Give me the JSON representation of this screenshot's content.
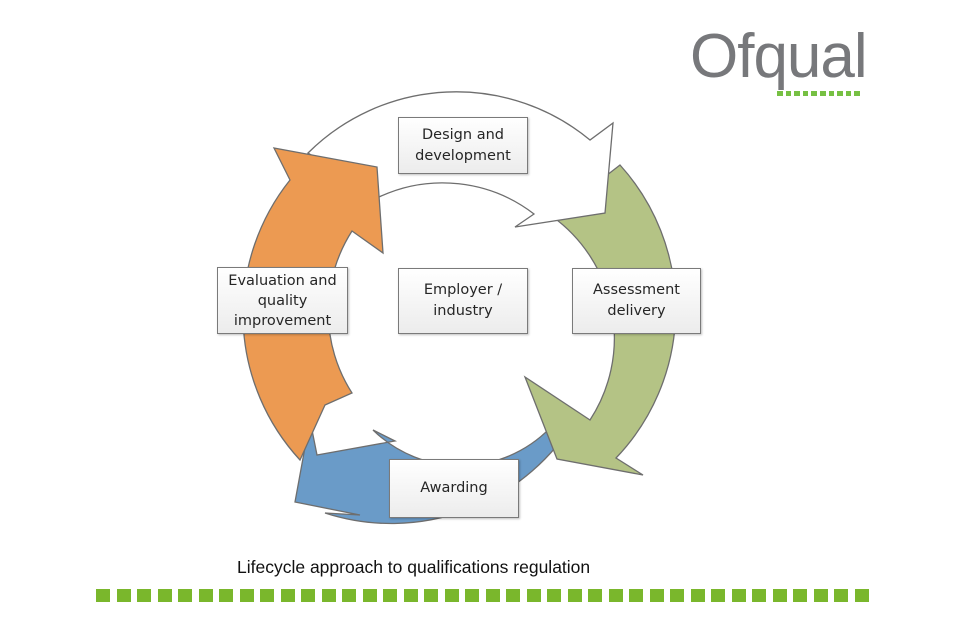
{
  "logo": {
    "text": "Ofqual",
    "text_color": "#77787b",
    "accent_color": "#76c043",
    "underline_squares": 10
  },
  "diagram": {
    "title": "Lifecycle approach to qualifications regulation",
    "center": {
      "label": "Employer / industry",
      "lines": [
        "Employer /",
        "industry"
      ]
    },
    "stages": [
      {
        "id": "design",
        "label": "Design and development",
        "lines": [
          "Design and",
          "development"
        ],
        "color": "#ffffff",
        "position": "top"
      },
      {
        "id": "assessment",
        "label": "Assessment delivery",
        "lines": [
          "Assessment",
          "delivery"
        ],
        "color": "#b4c385",
        "position": "right"
      },
      {
        "id": "awarding",
        "label": "Awarding",
        "lines": [
          "Awarding"
        ],
        "color": "#6a9bc8",
        "position": "bottom"
      },
      {
        "id": "evaluation",
        "label": "Evaluation and quality improvement",
        "lines": [
          "Evaluation and",
          "quality",
          "improvement"
        ],
        "color": "#ec9a52",
        "position": "left"
      }
    ],
    "flow": "clockwise"
  },
  "footer": {
    "caption": "Lifecycle approach to qualifications regulation",
    "bar_color": "#7ab72c",
    "bar_squares": 38
  }
}
